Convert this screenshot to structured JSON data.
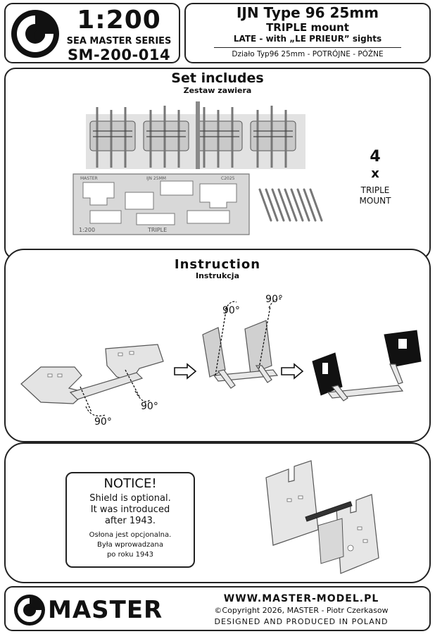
{
  "header": {
    "scale": "1:200",
    "series": "SEA MASTER SERIES",
    "code": "SM-200-014",
    "title_line1": "IJN Type 96 25mm",
    "title_line2": "TRIPLE mount",
    "title_line3": "LATE - with „LE PRIEUR” sights",
    "subtitle_pl": "Działo Typ96 25mm - POTRÓJNE - PÓŹNE"
  },
  "set_includes": {
    "heading": "Set includes",
    "heading_pl": "Zestaw zawiera",
    "quantity": "4",
    "times": "x",
    "item_line1": "TRIPLE",
    "item_line2": "MOUNT",
    "fret_label_brand": "MASTER",
    "fret_label_name": "IJN 25MM",
    "fret_label_code": "C2025",
    "fret_label_scale": "1:200",
    "fret_label_type": "TRIPLE"
  },
  "instruction": {
    "heading": "Instruction",
    "heading_pl": "Instrukcja",
    "angle_1": "90°",
    "angle_2": "90°",
    "angle_3": "90°",
    "angle_4": "90°"
  },
  "notice": {
    "title": "NOTICE!",
    "line1": "Shield is optional.",
    "line2": "It was introduced",
    "line3": "after 1943.",
    "pl_line1": "Osłona jest opcjonalna.",
    "pl_line2": "Była wprowadzana",
    "pl_line3": "po roku 1943"
  },
  "footer": {
    "brand": "MASTER",
    "website": "WWW.MASTER-MODEL.PL",
    "copyright": "©Copyright 2026, MASTER - Piotr Czerkasow",
    "made_in": "DESIGNED AND PRODUCED IN POLAND"
  }
}
